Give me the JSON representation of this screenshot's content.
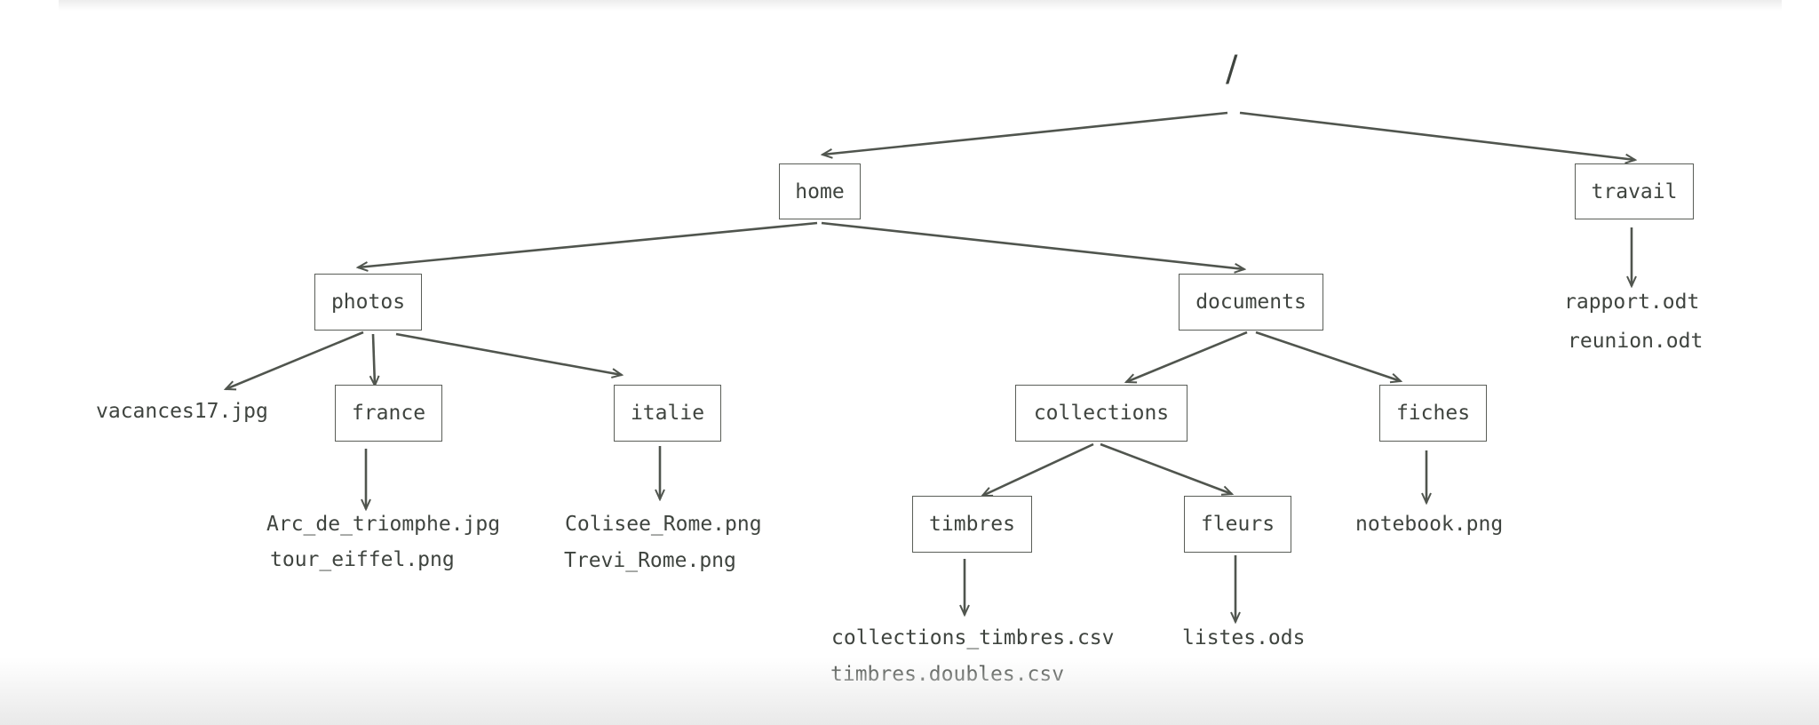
{
  "tree": {
    "root": "/",
    "folders": {
      "home": "home",
      "travail": "travail",
      "photos": "photos",
      "documents": "documents",
      "france": "france",
      "italie": "italie",
      "collections": "collections",
      "fiches": "fiches",
      "timbres": "timbres",
      "fleurs": "fleurs"
    },
    "files": {
      "vacances": "vacances17.jpg",
      "arc": "Arc_de_triomphe.jpg",
      "eiffel": "tour_eiffel.png",
      "colisee": "Colisee_Rome.png",
      "trevi": "Trevi_Rome.png",
      "collections_timbres": "collections_timbres.csv",
      "timbres_doubles": "timbres.doubles.csv",
      "listes": "listes.ods",
      "notebook": "notebook.png",
      "rapport": "rapport.odt",
      "reunion": "reunion.odt"
    }
  },
  "style": {
    "line_color": "#50554e",
    "text_color": "#3f443f",
    "box_border": "#5a5e58"
  }
}
